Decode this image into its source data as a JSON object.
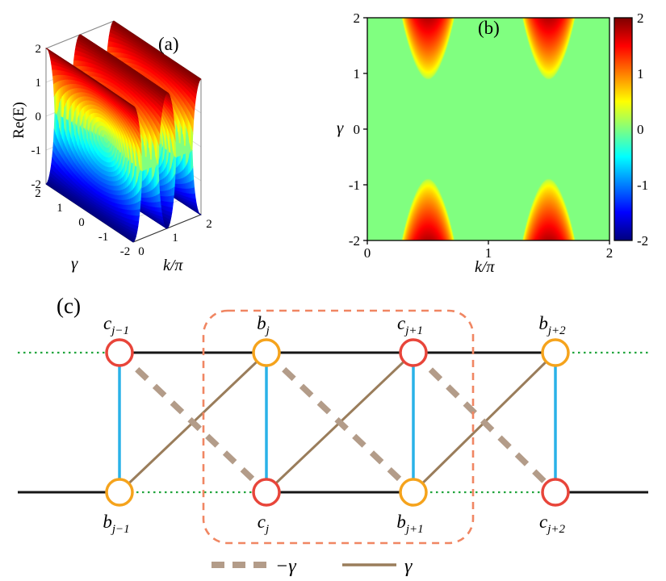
{
  "figure": {
    "background": "#ffffff",
    "panel_a": {
      "label": "(a)",
      "zlabel": "Re(E)",
      "xlabel": "k/π",
      "ylabel": "γ"
    },
    "panel_b": {
      "label": "(b)",
      "xlabel": "k/π",
      "ylabel": "γ"
    },
    "panel_c": {
      "label": "(c)",
      "top_sites": [
        {
          "base": "c",
          "sub": "j−1"
        },
        {
          "base": "b",
          "sub": "j"
        },
        {
          "base": "c",
          "sub": "j+1"
        },
        {
          "base": "b",
          "sub": "j+2"
        }
      ],
      "bottom_sites": [
        {
          "base": "b",
          "sub": "j−1"
        },
        {
          "base": "c",
          "sub": "j"
        },
        {
          "base": "b",
          "sub": "j+1"
        },
        {
          "base": "c",
          "sub": "j+2"
        }
      ],
      "top_bonds": [
        "green",
        "black",
        "black",
        "black",
        "green"
      ],
      "bottom_bonds": [
        "black",
        "green",
        "black",
        "green",
        "black"
      ],
      "legend": [
        {
          "style": "dashed-thick",
          "label": "−γ"
        },
        {
          "style": "solid",
          "label": "γ"
        }
      ],
      "colors": {
        "site_c": "#e8453a",
        "site_b": "#f5a31c",
        "bond_intra": "#161616",
        "bond_inter": "#21a53d",
        "bond_vertical": "#2ab2e8",
        "bond_gamma": "#9a7d5b",
        "bond_minus_gamma": "#b39c89",
        "unit_cell_box": "#f08662"
      }
    }
  },
  "chart_data": [
    {
      "type": "surface",
      "panel": "(a)",
      "title": "",
      "xlabel": "k/π",
      "ylabel": "γ",
      "zlabel": "Re(E)",
      "x_range": [
        0,
        2
      ],
      "y_range": [
        -2,
        2
      ],
      "z_range": [
        -2,
        2
      ],
      "x_ticks": [
        0,
        1,
        2
      ],
      "y_ticks": [
        -2,
        -1,
        0,
        1,
        2
      ],
      "z_ticks": [
        -2,
        -1,
        0,
        1,
        2
      ],
      "colormap": "jet",
      "grid": true,
      "function": "Re(E±(k,γ)) = ±sqrt(max(0, 4·cos²(πx) − γ²·sin²(πx))), x = k/π; two sheets touching at Re(E)=0 (flat green regions around k/π = 0.5 and 1.5), ridges Re(E)=±2 at k/π = 0, 1, 2"
    },
    {
      "type": "heatmap",
      "panel": "(b)",
      "title": "",
      "xlabel": "k/π",
      "ylabel": "γ",
      "x_range": [
        0,
        2
      ],
      "y_range": [
        -2,
        2
      ],
      "value_range": [
        -2,
        2
      ],
      "x_ticks": [
        0,
        1,
        2
      ],
      "y_ticks": [
        -2,
        -1,
        0,
        1,
        2
      ],
      "colorbar_ticks": [
        2,
        1,
        0,
        -1,
        -2
      ],
      "colormap": "jet",
      "background_value": 0,
      "function": "value(k/π, γ) ≈ sqrt(max(0, γ²·sin²(πx) − 4·cos²(πx) − 0.8)), x = k/π",
      "features": "green (value 0) background with four red lobes (value up to ~2) centered at k/π = 0.5 and 1.5 near γ = +2 (top) and γ = −2 (bottom)"
    }
  ]
}
